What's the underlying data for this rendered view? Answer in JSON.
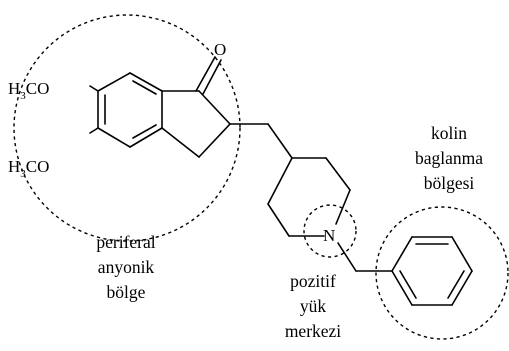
{
  "molecule": {
    "top_methoxy": {
      "h": "H",
      "sub": "3",
      "rest": "CO"
    },
    "bottom_methoxy": {
      "h": "H",
      "sub": "3",
      "rest": "CO"
    },
    "oxygen": "O",
    "nitrogen": "N"
  },
  "regions": [
    {
      "id": "peripheral",
      "lines": [
        "periferal",
        "anyonik",
        "bölge"
      ]
    },
    {
      "id": "cation",
      "lines": [
        "pozitif",
        "yük",
        "merkezi"
      ]
    },
    {
      "id": "choline",
      "lines": [
        "kolin",
        "baglanma",
        "bölgesi"
      ]
    }
  ]
}
